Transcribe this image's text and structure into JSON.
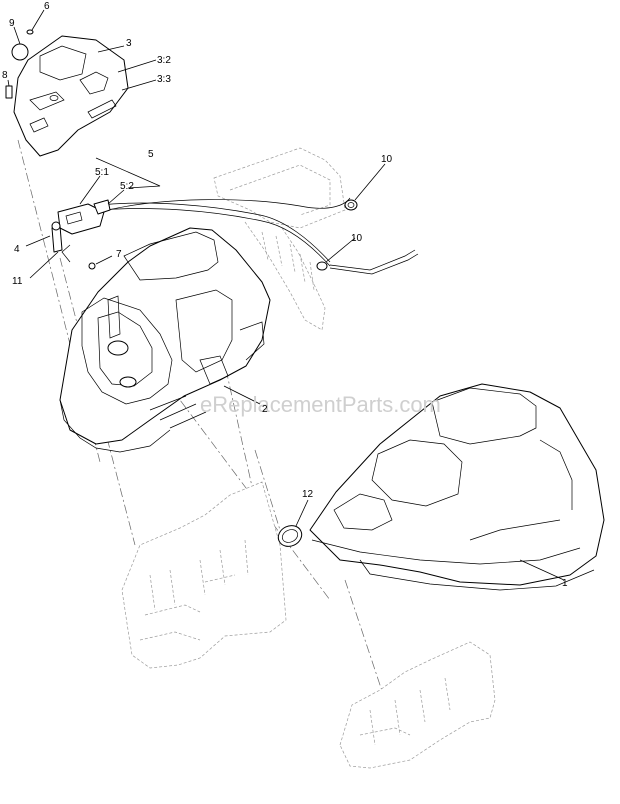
{
  "watermark": "eReplacementParts.com",
  "callouts": {
    "c1": "1",
    "c2": "2",
    "c3": "3",
    "c3_2": "3:2",
    "c3_3": "3:3",
    "c4": "4",
    "c5": "5",
    "c5_1": "5:1",
    "c5_2": "5:2",
    "c6": "6",
    "c7": "7",
    "c8": "8",
    "c9": "9",
    "c10a": "10",
    "c10b": "10",
    "c11": "11",
    "c12": "12"
  }
}
